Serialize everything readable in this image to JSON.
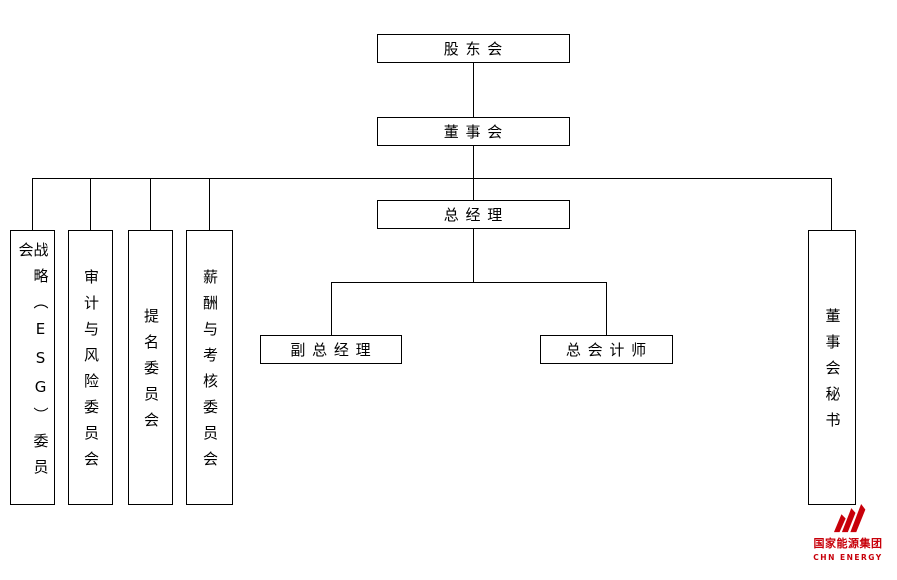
{
  "org_chart": {
    "nodes": {
      "shareholders": "股 东 会",
      "board": "董 事 会",
      "general_manager": "总 经 理",
      "strategy_committee": "战略（ESG）委员会",
      "audit_risk_committee": "审计与风险委员会",
      "nomination_committee": "提名委员会",
      "remuneration_committee": "薪酬与考核委员会",
      "board_secretary": "董事会秘书",
      "deputy_general_manager": "副 总 经 理",
      "chief_accountant": "总 会 计 师"
    },
    "logo": {
      "name_cn": "国家能源集团",
      "name_en": "CHN ENERGY",
      "brand_color": "#c8000a"
    }
  }
}
